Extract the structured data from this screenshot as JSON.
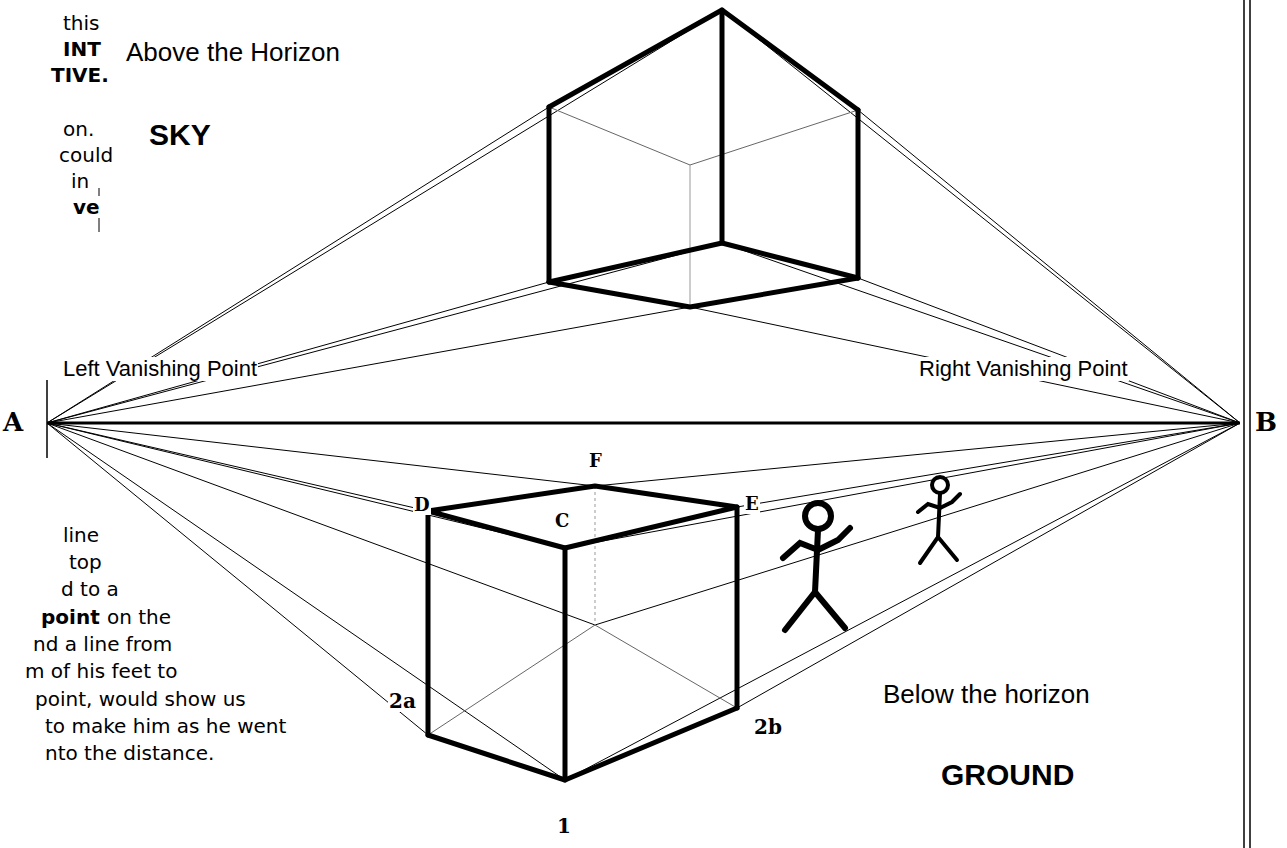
{
  "diagram": {
    "labels": [
      "this",
      "INT",
      "TIVE.",
      "on.",
      "could",
      "in",
      "ve",
      "Above the Horizon",
      "SKY",
      "Left Vanishing Point",
      "Right Vanishing Point",
      "A",
      "B",
      "F",
      "D",
      "C",
      "E",
      "line",
      "top",
      "d to a",
      "point",
      "on the",
      "nd a line from",
      "m of his feet to",
      "point, would show us",
      "to make him as he went",
      "nto the distance.",
      "2a",
      "2b",
      "1",
      "Below the horizon",
      "GROUND"
    ]
  }
}
